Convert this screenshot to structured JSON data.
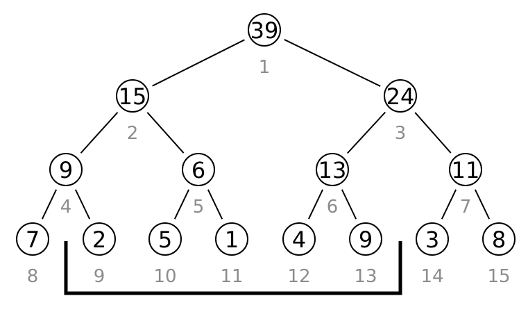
{
  "tree": {
    "nodes": [
      {
        "index": "1",
        "value": "39"
      },
      {
        "index": "2",
        "value": "15"
      },
      {
        "index": "3",
        "value": "24"
      },
      {
        "index": "4",
        "value": "9"
      },
      {
        "index": "5",
        "value": "6"
      },
      {
        "index": "6",
        "value": "13"
      },
      {
        "index": "7",
        "value": "11"
      },
      {
        "index": "8",
        "value": "7"
      },
      {
        "index": "9",
        "value": "2"
      },
      {
        "index": "10",
        "value": "5"
      },
      {
        "index": "11",
        "value": "1"
      },
      {
        "index": "12",
        "value": "4"
      },
      {
        "index": "13",
        "value": "9"
      },
      {
        "index": "14",
        "value": "3"
      },
      {
        "index": "15",
        "value": "8"
      }
    ],
    "bracket_range": {
      "from_index": 9,
      "to_index": 13
    }
  },
  "colors": {
    "node_stroke": "#000000",
    "value_text": "#000000",
    "index_text": "#8c8c8c",
    "edge": "#000000",
    "background": "#ffffff"
  }
}
